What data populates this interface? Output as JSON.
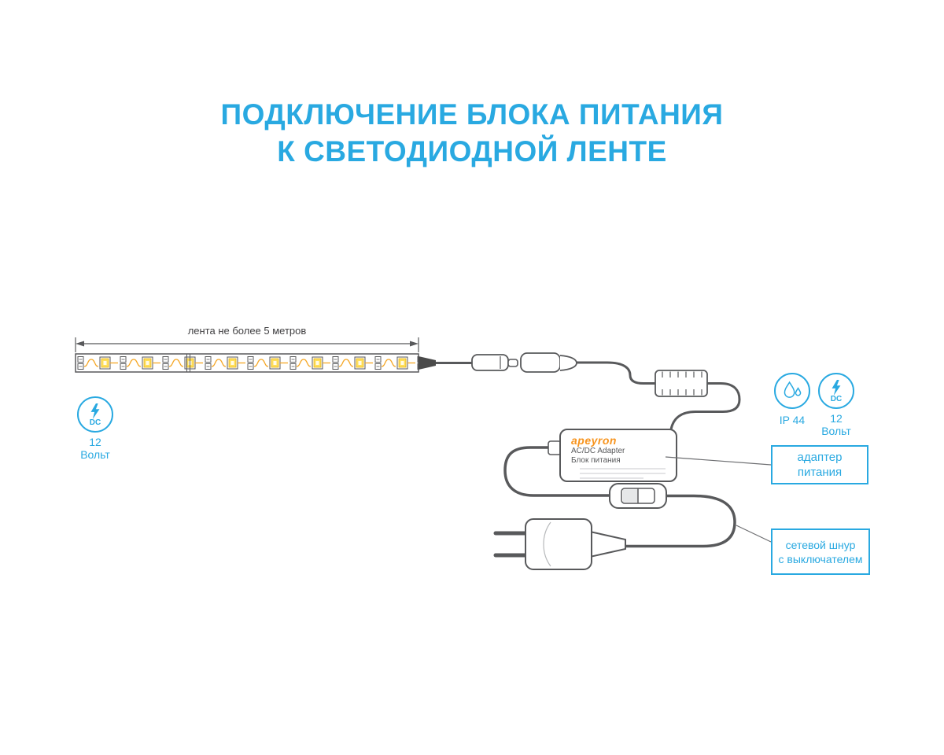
{
  "title": {
    "line1": "ПОДКЛЮЧЕНИЕ БЛОКА ПИТАНИЯ",
    "line2": "К СВЕТОДИОДНОЙ ЛЕНТЕ"
  },
  "strip": {
    "dimension_label": "лента не более 5 метров"
  },
  "badges": {
    "dc_left": {
      "icon": "lightning-dc-icon",
      "icon_text": "DC",
      "value": "12",
      "unit": "Вольт"
    },
    "ip44": {
      "icon": "water-drop-icon",
      "label": "IP 44"
    },
    "dc_right": {
      "icon": "lightning-dc-icon",
      "icon_text": "DC",
      "value": "12",
      "unit": "Вольт"
    }
  },
  "adapter": {
    "brand": "apeyron",
    "line1": "AC/DC Adapter",
    "line2": "Блок питания"
  },
  "callouts": {
    "adapter": {
      "line1": "адаптер",
      "line2": "питания"
    },
    "cord": {
      "line1": "сетевой шнур",
      "line2": "с выключателем"
    }
  },
  "colors": {
    "accent_blue": "#29a9e1",
    "brand_orange": "#f7941e",
    "trace_orange": "#f5a623",
    "line_gray": "#58595b",
    "led_yellow": "#ffdf5c"
  }
}
